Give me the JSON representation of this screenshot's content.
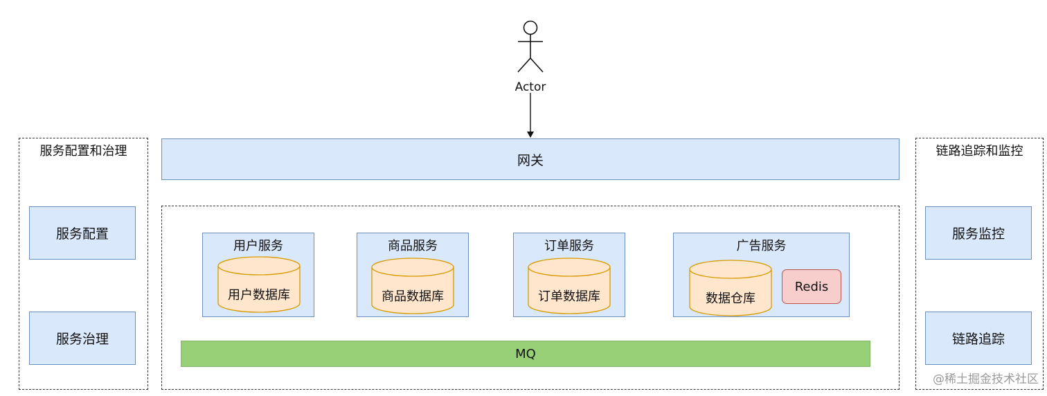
{
  "actor": {
    "label": "Actor"
  },
  "gateway": {
    "label": "网关"
  },
  "left_group": {
    "title": "服务配置和治理",
    "items": [
      "服务配置",
      "服务治理"
    ]
  },
  "right_group": {
    "title": "链路追踪和监控",
    "items": [
      "服务监控",
      "链路追踪"
    ]
  },
  "services": [
    {
      "title": "用户服务",
      "db": "用户数据库"
    },
    {
      "title": "商品服务",
      "db": "商品数据库"
    },
    {
      "title": "订单服务",
      "db": "订单数据库"
    },
    {
      "title": "广告服务",
      "db": "数据仓库",
      "cache": "Redis"
    }
  ],
  "mq": {
    "label": "MQ"
  },
  "watermark": "@稀土掘金技术社区",
  "colors": {
    "blue_fill": "#dae8fc",
    "blue_stroke": "#6c8ebf",
    "db_fill": "#ffe6cc",
    "db_stroke": "#d79b00",
    "redis_fill": "#f8cecc",
    "redis_stroke": "#b85450",
    "mq_fill": "#97d077",
    "mq_stroke": "#82b366"
  }
}
